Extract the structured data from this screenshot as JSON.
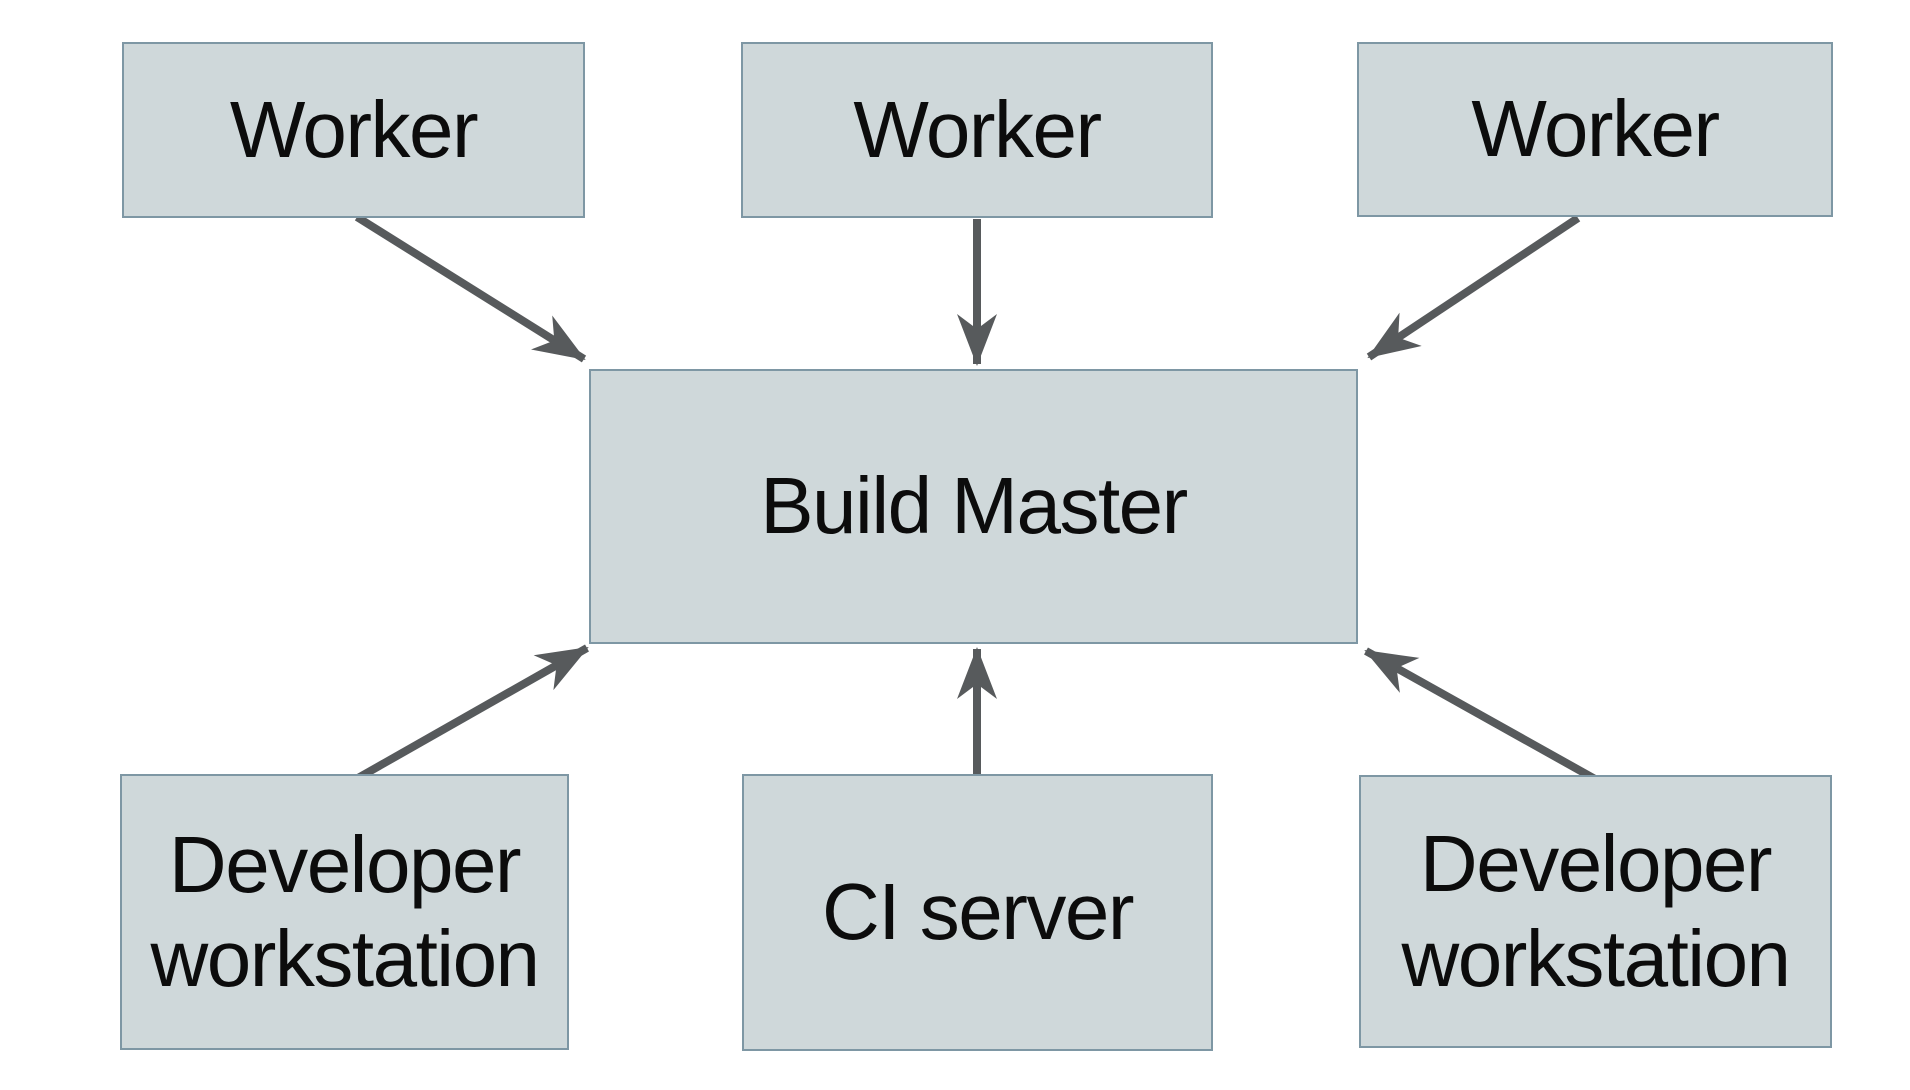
{
  "diagram": {
    "description": "Build Master architecture diagram",
    "colors": {
      "background": "#ffffff",
      "node_fill": "#cfd8da",
      "node_border": "#7e97a4",
      "arrow": "#575a5c",
      "text": "#0c0c0c"
    },
    "nodes": {
      "worker_1": {
        "label": "Worker"
      },
      "worker_2": {
        "label": "Worker"
      },
      "worker_3": {
        "label": "Worker"
      },
      "build_master": {
        "label": "Build Master"
      },
      "developer_workstation_left": {
        "label": "Developer workstation"
      },
      "ci_server": {
        "label": "CI server"
      },
      "developer_workstation_right": {
        "label": "Developer workstation"
      }
    },
    "edges": [
      {
        "from": "worker-1",
        "to": "build-master"
      },
      {
        "from": "worker-2",
        "to": "build-master"
      },
      {
        "from": "worker-3",
        "to": "build-master"
      },
      {
        "from": "developer-workstation-left",
        "to": "build-master"
      },
      {
        "from": "ci-server",
        "to": "build-master"
      },
      {
        "from": "developer-workstation-right",
        "to": "build-master"
      }
    ]
  }
}
